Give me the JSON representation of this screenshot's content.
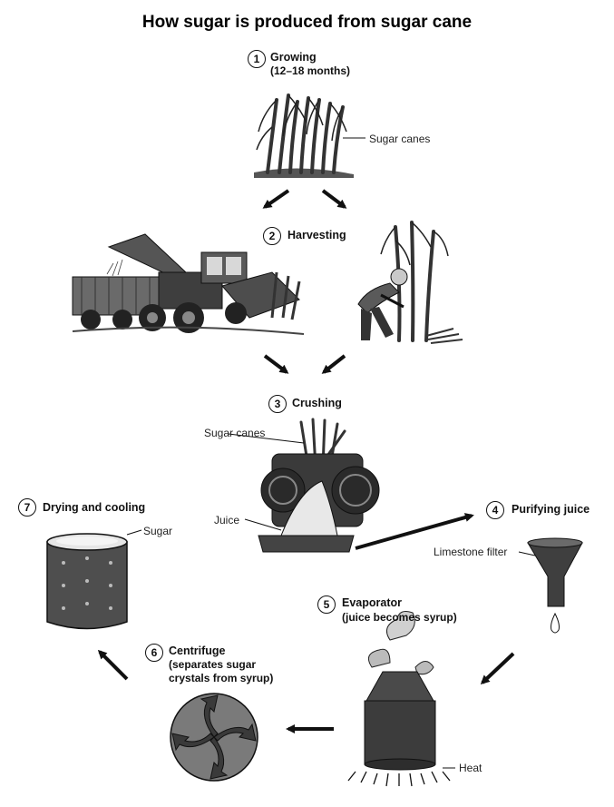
{
  "title": "How sugar is produced from sugar cane",
  "steps": [
    {
      "num": "1",
      "label": "Growing",
      "detail": "(12–18 months)"
    },
    {
      "num": "2",
      "label": "Harvesting"
    },
    {
      "num": "3",
      "label": "Crushing"
    },
    {
      "num": "4",
      "label": "Purifying juice"
    },
    {
      "num": "5",
      "label": "Evaporator",
      "detail": "(juice becomes syrup)"
    },
    {
      "num": "6",
      "label": "Centrifuge",
      "detail": "(separates sugar",
      "detail2": "crystals from syrup)"
    },
    {
      "num": "7",
      "label": "Drying and cooling"
    }
  ],
  "callouts": {
    "sugar_canes_field": "Sugar canes",
    "sugar_canes_crusher": "Sugar canes",
    "juice": "Juice",
    "limestone_filter": "Limestone filter",
    "heat": "Heat",
    "sugar": "Sugar"
  },
  "colors": {
    "ink": "#111111",
    "dark_fill": "#4a4a4a",
    "mid_fill": "#7a7a7a",
    "light_fill": "#bdbdbd"
  }
}
